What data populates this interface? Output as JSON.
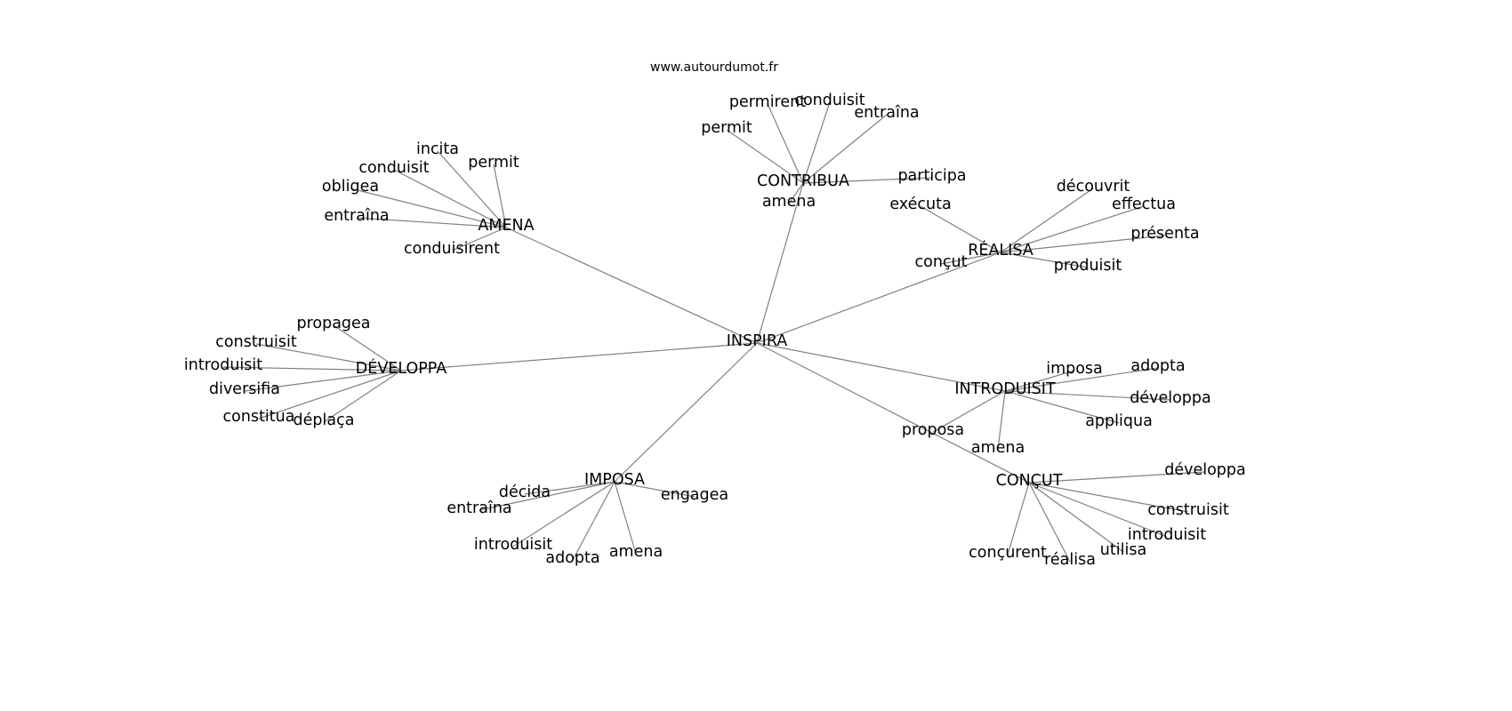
{
  "header": {
    "site": "www.autourdumot.fr"
  },
  "graph": {
    "center": {
      "id": "inspira",
      "label": "INSPIRA"
    },
    "hubs": [
      {
        "id": "amena",
        "label": "AMENA",
        "children": [
          "incita",
          "permit",
          "conduisit",
          "obligea",
          "entraîna",
          "conduisirent"
        ]
      },
      {
        "id": "contribua",
        "label": "CONTRIBUA",
        "children": [
          "permit",
          "permirent",
          "conduisit",
          "entraîna",
          "participa",
          "amena"
        ]
      },
      {
        "id": "realisa",
        "label": "RÉALISA",
        "children": [
          "exécuta",
          "découvrit",
          "effectua",
          "présenta",
          "produisit",
          "conçut"
        ]
      },
      {
        "id": "developpa",
        "label": "DÉVELOPPA",
        "children": [
          "propagea",
          "construisit",
          "introduisit",
          "diversifia",
          "constitua",
          "déplaça"
        ]
      },
      {
        "id": "introduisit",
        "label": "INTRODUISIT",
        "children": [
          "imposa",
          "adopta",
          "développa",
          "appliqua",
          "amena",
          "proposa"
        ]
      },
      {
        "id": "imposa",
        "label": "IMPOSA",
        "children": [
          "décida",
          "entraîna",
          "engagea",
          "introduisit",
          "adopta",
          "amena"
        ]
      },
      {
        "id": "concut",
        "label": "CONÇUT",
        "children": [
          "développa",
          "construisit",
          "introduisit",
          "utilisa",
          "réalisa",
          "conçurent"
        ]
      }
    ]
  }
}
